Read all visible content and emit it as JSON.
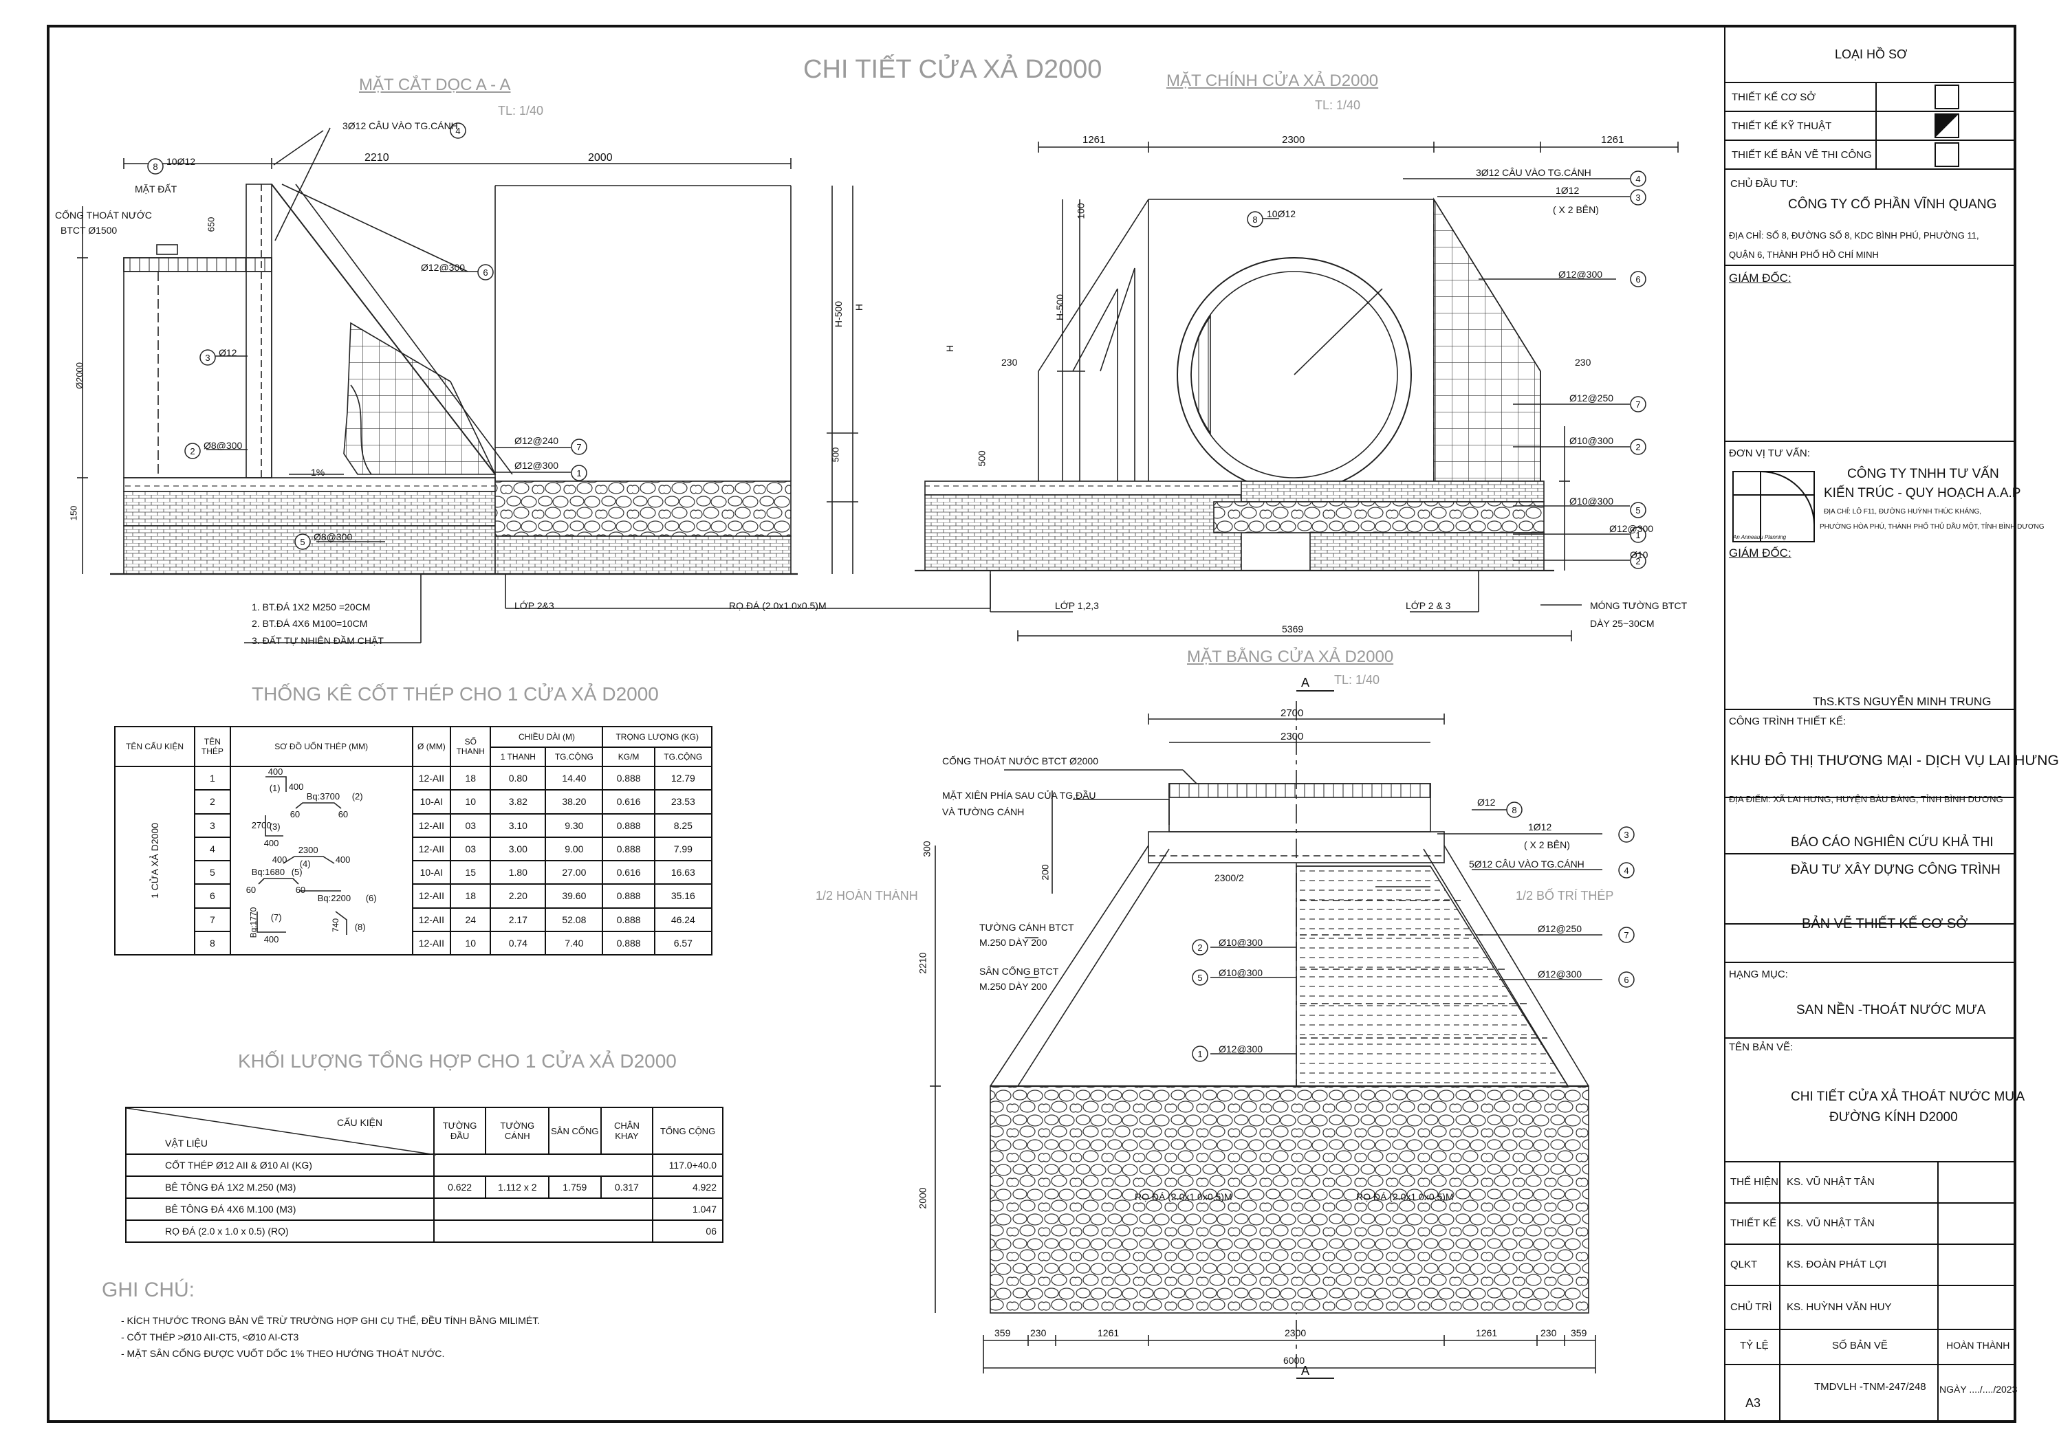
{
  "sheet": {
    "main_title": "CHI TIẾT CỬA XẢ D2000",
    "section_title": "MẶT CẮT DỌC A - A",
    "section_scale": "TL: 1/40",
    "front_title": "MẶT CHÍNH CỬA XẢ D2000",
    "front_scale": "TL: 1/40",
    "plan_title": "MẶT BẰNG CỬA XẢ D2000",
    "plan_scale": "TL: 1/40",
    "rebar_title": "THỐNG KÊ CỐT THÉP CHO 1 CỬA XẢ D2000",
    "qty_title": "KHỐI LƯỢNG TỔNG HỢP CHO 1 CỬA XẢ D2000",
    "notes_title": "GHI CHÚ:",
    "notes": [
      "- KÍCH THƯỚC TRONG BẢN VẼ TRỪ TRƯỜNG HỢP GHI CỤ THỂ, ĐỀU TÍNH BẰNG MILIMÉT.",
      "- CỐT THÉP >Ø10 AII-CT5, <Ø10 AI-CT3",
      "- MẶT SÂN CỐNG ĐƯỢC VUỐT DỐC 1% THEO HƯỚNG THOÁT NƯỚC."
    ]
  },
  "section_labels": {
    "dim_2210": "2210",
    "dim_2000": "2000",
    "mat_dat": "MẶT ĐẤT",
    "cong_thoat": "CỐNG THOÁT NƯỚC",
    "btct": "BTCT Ø1500",
    "r8": "10Ø12",
    "r4": "3Ø12 CÂU VÀO TG.CÁNH",
    "r6": "Ø12@300",
    "r3": "Ø12",
    "r2": "Ø8@300",
    "r7": "Ø12@240",
    "r1": "Ø12@300",
    "r5": "Ø8@300",
    "slope": "1%",
    "layer1": "1. BT.ĐÁ 1X2 M250 =20CM",
    "layer2": "2. BT.ĐÁ 4X6 M100=10CM",
    "layer3": "3. ĐẤT TỰ NHIÊN ĐẦM CHẶT",
    "lop23": "LỚP 2&3",
    "rock": "RỌ ĐÁ (2.0x1.0x0.5)M",
    "h500": "H-500",
    "h": "H",
    "d650": "650",
    "d2000v": "Ø2000",
    "d500": "500",
    "d150": "150"
  },
  "front_labels": {
    "d1261a": "1261",
    "d2300": "2300",
    "d1261b": "1261",
    "r4": "3Ø12 CÂU VÀO TG.CÁNH",
    "r3a": "1Ø12",
    "r3b": "( X 2 BÊN)",
    "r8": "10Ø12",
    "r6": "Ø12@300",
    "r7": "Ø12@250",
    "r2": "Ø10@300",
    "r5": "Ø10@300",
    "r1": "Ø12@300",
    "r2b": "Ø10",
    "d230a": "230",
    "d230b": "230",
    "lop123": "LỚP 1,2,3",
    "lop23": "LỚP 2 & 3",
    "mong1": "MÓNG TƯỜNG BTCT",
    "mong2": "DÀY 25~30CM",
    "d5369": "5369",
    "h500": "H-500",
    "h": "H",
    "d500": "500",
    "d100": "100"
  },
  "plan_labels": {
    "a_top": "A",
    "a_bot": "A",
    "d2700": "2700",
    "d2300": "2300",
    "cong": "CỐNG THOÁT NƯỚC BTCT Ø2000",
    "mat_xien1": "MẶT XIÊN PHÍA SAU CỦA TG.ĐẦU",
    "mat_xien2": "VÀ TƯỜNG CÁNH",
    "r8": "Ø12",
    "r3a": "1Ø12",
    "r3b": "( X 2 BÊN)",
    "r4": "5Ø12 CÂU VÀO TG.CÁNH",
    "half_left": "1/2 HOÀN THÀNH",
    "half_right": "1/2 BỐ TRÍ THÉP",
    "d2300_2": "2300/2",
    "tuong1": "TƯỜNG CÁNH BTCT",
    "tuong2": "M.250 DÀY 200",
    "san1": "SÂN CỐNG BTCT",
    "san2": "M.250 DÀY 200",
    "r2": "Ø10@300",
    "r5": "Ø10@300",
    "r1": "Ø12@300",
    "r7": "Ø12@250",
    "r6": "Ø12@300",
    "rock1": "RỌ ĐÁ (2.0x1.0x0.5)M",
    "rock2": "RỌ ĐÁ (2.0x1.0x0.5)M",
    "b359a": "359",
    "b230a": "230",
    "b1261a": "1261",
    "b2300": "2300",
    "b1261b": "1261",
    "b230b": "230",
    "b359b": "359",
    "b6000": "6000",
    "v2210": "2210",
    "v2000": "2000",
    "v300": "300",
    "v200": "200"
  },
  "rebar_table": {
    "headers": [
      "TÊN CẤU KIỆN",
      "TÊN THÉP",
      "SƠ ĐỒ UỐN THÉP (MM)",
      "Ø (MM)",
      "SỐ THANH",
      "CHIỀU DÀI (M)",
      "TRỌNG LƯỢNG (KG)"
    ],
    "sub_headers": [
      "1 THANH",
      "TG.CỘNG",
      "KG/M",
      "TG.CỘNG"
    ],
    "component": "1 CỬA XẢ D2000",
    "rows": [
      [
        "1",
        "12-AII",
        "18",
        "0.80",
        "14.40",
        "0.888",
        "12.79"
      ],
      [
        "2",
        "10-AI",
        "10",
        "3.82",
        "38.20",
        "0.616",
        "23.53"
      ],
      [
        "3",
        "12-AII",
        "03",
        "3.10",
        "9.30",
        "0.888",
        "8.25"
      ],
      [
        "4",
        "12-AII",
        "03",
        "3.00",
        "9.00",
        "0.888",
        "7.99"
      ],
      [
        "5",
        "10-AI",
        "15",
        "1.80",
        "27.00",
        "0.616",
        "16.63"
      ],
      [
        "6",
        "12-AII",
        "18",
        "2.20",
        "39.60",
        "0.888",
        "35.16"
      ],
      [
        "7",
        "12-AII",
        "24",
        "2.17",
        "52.08",
        "0.888",
        "46.24"
      ],
      [
        "8",
        "12-AII",
        "10",
        "0.74",
        "7.40",
        "0.888",
        "6.57"
      ]
    ],
    "shapes": {
      "s1a": "400",
      "s1b": "(1)",
      "s1c": "400",
      "s2a": "Bq:3700",
      "s2b": "(2)",
      "s2c": "60",
      "s2d": "60",
      "s3a": "2700",
      "s3b": "(3)",
      "s3c": "400",
      "s4a": "2300",
      "s4b": "(4)",
      "s4c": "400",
      "s4d": "400",
      "s5a": "Bq:1680",
      "s5b": "(5)",
      "s5c": "60",
      "s5d": "60",
      "s6a": "Bq:2200",
      "s6b": "(6)",
      "s7a": "Bq:1770",
      "s7b": "(7)",
      "s7c": "400",
      "s8a": "740",
      "s8b": "(8)"
    }
  },
  "qty_table": {
    "diag_top": "CẤU KIỆN",
    "diag_bottom": "VẬT LIỆU",
    "headers": [
      "TƯỜNG ĐẦU",
      "TƯỜNG CÁNH",
      "SÂN CỐNG",
      "CHÂN KHAY",
      "TỔNG CỘNG"
    ],
    "rows": [
      {
        "name": "CỐT THÉP Ø12 AII & Ø10 AI (KG)",
        "vals": [
          "",
          "",
          "",
          "",
          "117.0+40.0"
        ]
      },
      {
        "name": "BÊ TÔNG ĐÁ 1X2 M.250  (M3)",
        "vals": [
          "0.622",
          "1.112 x 2",
          "1.759",
          "0.317",
          "4.922"
        ]
      },
      {
        "name": "BÊ TÔNG ĐÁ 4X6 M.100  (M3)",
        "vals": [
          "",
          "",
          "",
          "",
          "1.047"
        ]
      },
      {
        "name": "RỌ ĐÁ (2.0 x 1.0 x 0.5)  (RỌ)",
        "vals": [
          "",
          "",
          "",
          "",
          "06"
        ]
      }
    ]
  },
  "title_block": {
    "loai_ho_so": "LOẠI HỒ SƠ",
    "opt1": "THIẾT KẾ CƠ SỞ",
    "opt2": "THIẾT KẾ KỸ THUẬT",
    "opt3": "THIẾT KẾ BẢN VẼ THI CÔNG",
    "chu_dau_tu_label": "CHỦ ĐẦU TƯ:",
    "chu_dau_tu": "CÔNG TY CỔ PHẦN VĨNH QUANG",
    "dia_chi1": "ĐỊA CHỈ: SỐ 8, ĐƯỜNG SỐ 8, KDC BÌNH PHÚ, PHƯỜNG 11,",
    "dia_chi2": "QUẬN 6, THÀNH PHỐ HỒ CHÍ MINH",
    "giam_doc1": "GIÁM ĐỐC:",
    "don_vi_label": "ĐƠN VỊ TƯ VẤN:",
    "don_vi1": "CÔNG TY TNHH TƯ VẤN",
    "don_vi2": "KIẾN TRÚC - QUY HOẠCH A.A.P",
    "don_vi_addr1": "ĐỊA CHỈ: LÔ F11, ĐƯỜNG HUỲNH THÚC KHÁNG,",
    "don_vi_addr2": "PHƯỜNG HÒA PHÚ, THÀNH PHỐ THỦ DẦU MỘT, TỈNH BÌNH DƯƠNG",
    "logo_text": "An Anneauu Planning",
    "giam_doc2": "GIÁM ĐỐC:",
    "ky_ten": "ThS.KTS NGUYỄN MINH TRUNG",
    "cong_trinh_label": "CÔNG TRÌNH THIẾT KẾ:",
    "cong_trinh": "KHU ĐÔ THỊ THƯƠNG MẠI - DỊCH VỤ  LAI HƯNG",
    "dia_diem": "ĐỊA ĐIỂM: XÃ LAI HƯNG, HUYỆN BÀU BÀNG, TỈNH BÌNH DƯƠNG",
    "bao_cao1": "BÁO CÁO NGHIÊN CỨU KHẢ THI",
    "bao_cao2": "ĐẦU TƯ XÂY DỰNG CÔNG TRÌNH",
    "ban_ve": "BẢN VẼ THIẾT KẾ CƠ SỞ",
    "hang_muc_label": "HẠNG MỤC:",
    "hang_muc": "SAN NỀN -THOÁT NƯỚC MƯA",
    "ten_ban_ve_label": "TÊN BẢN VẼ:",
    "ten_ban_ve1": "CHI TIẾT CỬA XẢ THOÁT NƯỚC MƯA",
    "ten_ban_ve2": "ĐƯỜNG KÍNH D2000",
    "role1": "THỂ HIỆN",
    "name1": "KS. VŨ NHẬT TÂN",
    "role2": "THIẾT KẾ",
    "name2": "KS. VŨ NHẬT TÂN",
    "role3": "QLKT",
    "name3": "KS. ĐOÀN PHÁT LỢI",
    "role4": "CHỦ TRÌ",
    "name4": "KS. HUỲNH VĂN HUY",
    "ty_le_label": "TỶ LỆ",
    "so_ban_ve_label": "SỐ BẢN VẼ",
    "hoan_thanh_label": "HOÀN THÀNH",
    "ty_le": "A3",
    "so_ban_ve": "TMDVLH -TNM-247/248",
    "ngay": "NGÀY ..../..../2023"
  }
}
